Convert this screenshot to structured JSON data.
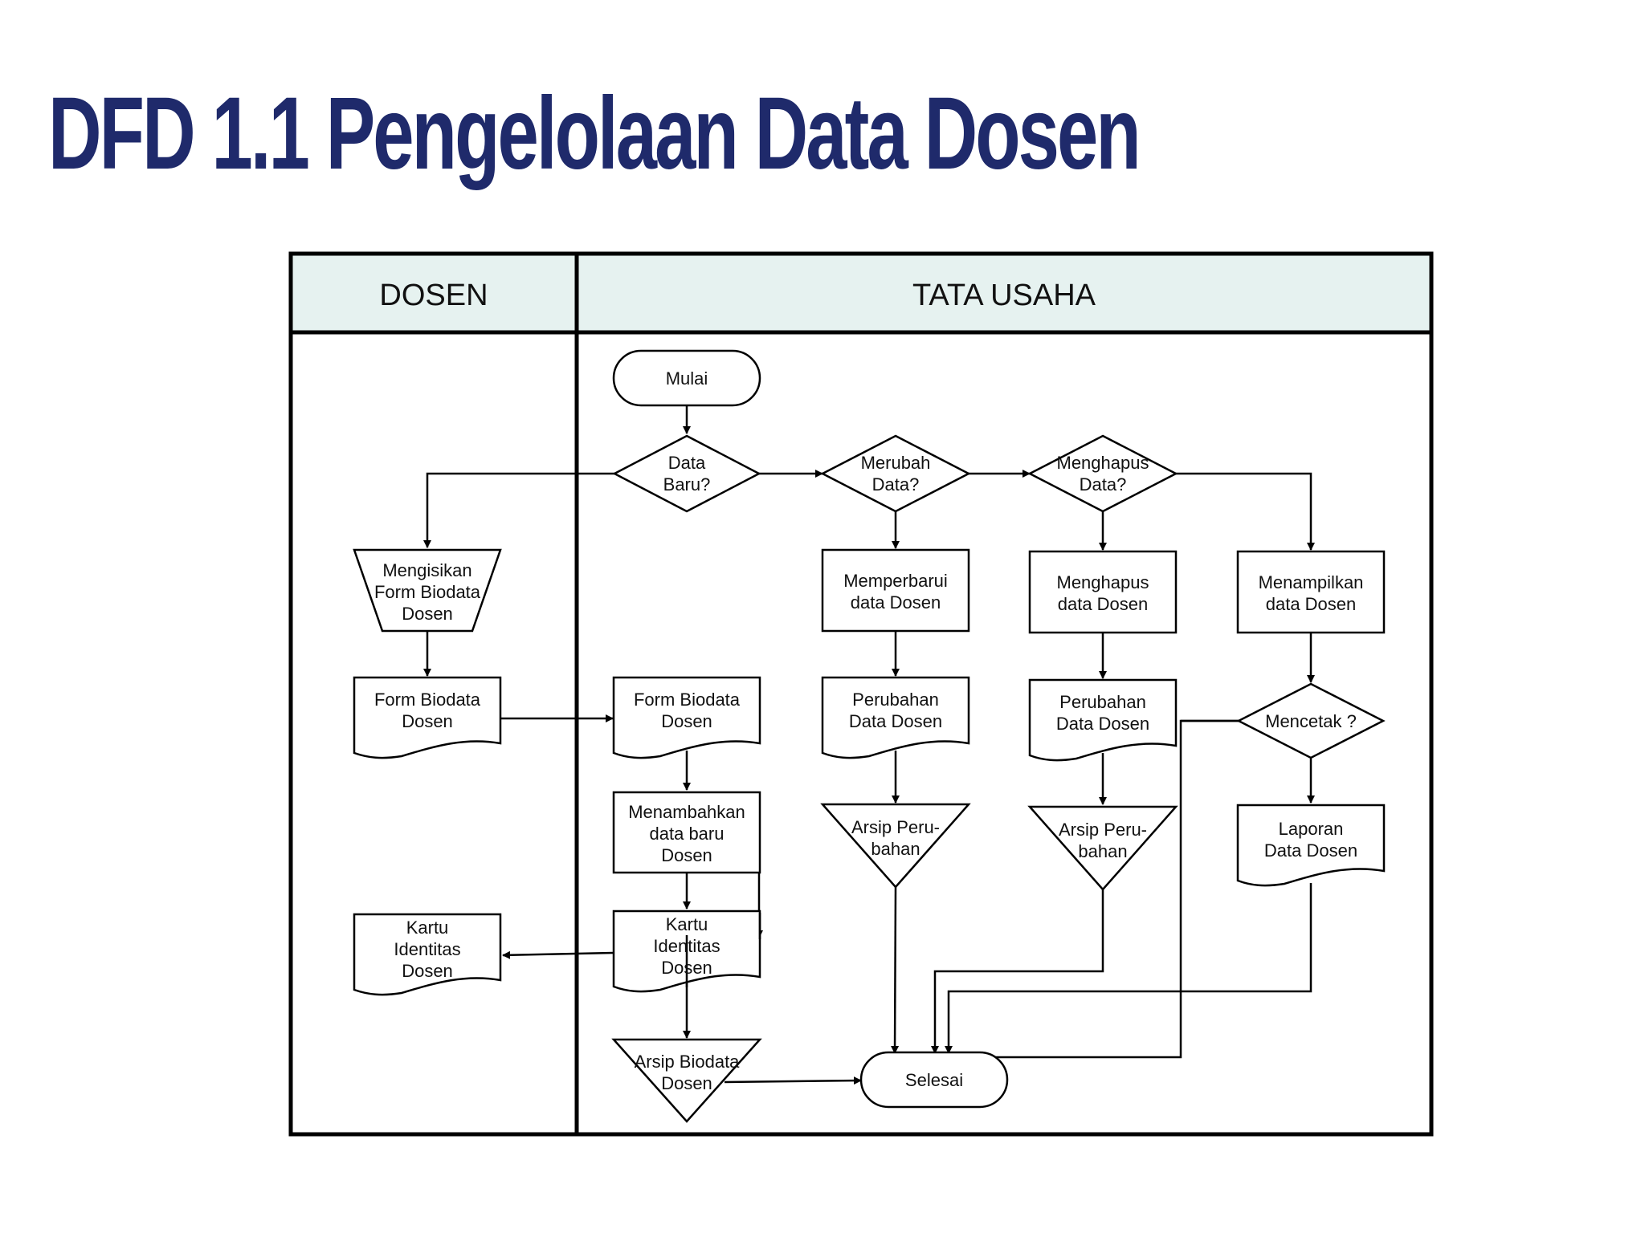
{
  "page": {
    "title": "DFD 1.1 Pengelolaan Data Dosen"
  },
  "lanes": {
    "left": "DOSEN",
    "right": "TATA USAHA"
  },
  "nodes": {
    "mulai": "Mulai",
    "data_baru": [
      "Data",
      "Baru?"
    ],
    "merubah": [
      "Merubah",
      "Data?"
    ],
    "menghapus_q": [
      "Menghapus",
      "Data?"
    ],
    "mengisikan": [
      "Mengisikan",
      "Form Biodata",
      "Dosen"
    ],
    "form_dosen": [
      "Form Biodata",
      "Dosen"
    ],
    "form_tu": [
      "Form Biodata",
      "Dosen"
    ],
    "memperbarui": [
      "Memperbarui",
      "data Dosen"
    ],
    "menghapus": [
      "Menghapus",
      "data Dosen"
    ],
    "menampilkan": [
      "Menampilkan",
      "data Dosen"
    ],
    "perubahan1": [
      "Perubahan",
      "Data Dosen"
    ],
    "perubahan2": [
      "Perubahan",
      "Data Dosen"
    ],
    "mencetak": "Mencetak ?",
    "menambahkan": [
      "Menambahkan",
      "data baru",
      "Dosen"
    ],
    "arsip1": [
      "Arsip Peru-",
      "bahan"
    ],
    "arsip2": [
      "Arsip Peru-",
      "bahan"
    ],
    "laporan": [
      "Laporan",
      "Data Dosen"
    ],
    "kartu_dosen": [
      "Kartu",
      "Identitas",
      "Dosen"
    ],
    "kartu_tu": [
      "Kartu",
      "Identitas",
      "Dosen"
    ],
    "arsip_biodata": [
      "Arsip Biodata",
      "Dosen"
    ],
    "selesai": "Selesai"
  },
  "colors": {
    "title": "#1f2a6b",
    "lane_header": "#e6f2f0",
    "line": "#000000"
  }
}
